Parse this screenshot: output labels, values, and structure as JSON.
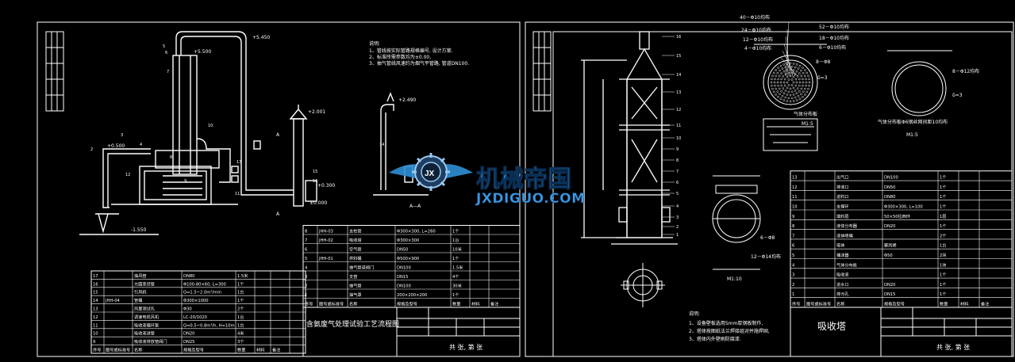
{
  "left_sheet": {
    "title_block": {
      "drawing_title": "含氨废气处理试验工艺流程图",
      "signature_row": "共  张, 第  张"
    },
    "elevation_labels": [
      "+5.450",
      "+5.500",
      "+2.001",
      "+2.490",
      "+0.500",
      "+0.300",
      "±0.000",
      "-1.550"
    ],
    "section_labels": [
      "A",
      "A",
      "A—A"
    ],
    "notes": {
      "heading": "说明:",
      "lines": [
        "1、管线按实际管路规格编号, 设计方案.",
        "2、标准所需参数均为±0.00,",
        "3、抽气管线风速约为烟气平管路, 管道DN100."
      ]
    },
    "parts_table_top": {
      "header": [
        "序号",
        "图号或标准号",
        "名称",
        "规格及型号",
        "数量",
        "材料",
        "备注"
      ],
      "rows": [
        [
          "8",
          "JHH-03",
          "支柱管",
          "Φ300×300, L=260",
          "1个"
        ],
        [
          "7",
          "JHH-02",
          "吸收塔",
          "Φ300×300",
          "1台"
        ],
        [
          "6",
          "",
          "空气管",
          "DN50",
          "10米"
        ],
        [
          "5",
          "JHH-01",
          "供料桶",
          "Φ500×900",
          "1个"
        ],
        [
          "4",
          "",
          "抽气管道阀门",
          "DN100",
          "1.5米"
        ],
        [
          "3",
          "",
          "支管",
          "DN15",
          "4个"
        ],
        [
          "2",
          "",
          "抽气管",
          "DN100",
          "30米"
        ],
        [
          "1",
          "",
          "抽气罩",
          "200×200×200",
          "1个"
        ]
      ]
    },
    "parts_table_bottom": {
      "header": [
        "序号",
        "图号或标准号",
        "名称",
        "规格及型号",
        "数量",
        "材料",
        "备注"
      ],
      "rows": [
        [
          "17",
          "",
          "抽风管",
          "DN80",
          "1.5米"
        ],
        [
          "16",
          "",
          "方圆变径管",
          "Φ100-80×60, L=300",
          "1个"
        ],
        [
          "15",
          "",
          "引风机",
          "Q=1.5~2.0m³/min",
          "1台"
        ],
        [
          "14",
          "JHH-04",
          "管桶",
          "Φ300×1000",
          "1个"
        ],
        [
          "13",
          "",
          "风量测试孔",
          "Φ30",
          "2个"
        ],
        [
          "12",
          "",
          "调速电机风机",
          "LC-20/1020",
          "1台"
        ],
        [
          "11",
          "",
          "吸收液循环泵",
          "Q=0.5~0.8m³/h, H=10m",
          "1台"
        ],
        [
          "10",
          "",
          "吸收液进管",
          "DN20",
          "4米"
        ],
        [
          "9",
          "",
          "吸收液排放管阀门",
          "DN25",
          "3个"
        ]
      ]
    },
    "callout_numbers": [
      "5",
      "6",
      "7",
      "8",
      "9",
      "10",
      "11",
      "12",
      "13",
      "14",
      "15",
      "16",
      "2",
      "3",
      "4"
    ]
  },
  "right_sheet": {
    "title_block": {
      "drawing_title": "吸收塔",
      "signature_row": "共  张, 第  张"
    },
    "hole_labels": [
      "40－Φ10均布",
      "24－Φ10均布",
      "12－Φ10均布",
      "4－Φ10均布",
      "52－Φ10均布",
      "18－Φ10均布",
      "6－Φ10均布",
      "8－Φ12均布",
      "8－Φ8",
      "6－Φ8",
      "12－Φ14均布",
      "δ=3",
      "δ=3",
      "Φ6钢丝网间距10均布"
    ],
    "detail_captions": [
      "气体分布板",
      "气体分布板",
      "M1:5",
      "M1:5",
      "M1:10"
    ],
    "notes": {
      "heading": "说明:",
      "lines": [
        "1、设备壁板选用5mm厚钢板制作,",
        "2、塔体按图纸法兰焊接组对并施焊固,",
        "3、塔体内外壁刷防腐漆."
      ]
    },
    "parts_table": {
      "header": [
        "序号",
        "图号或标准号",
        "名称",
        "规格及型号",
        "数量",
        "材料",
        "备注"
      ],
      "rows": [
        [
          "13",
          "",
          "出气口",
          "DN100",
          "1个"
        ],
        [
          "12",
          "",
          "排液口",
          "DN50",
          "1个"
        ],
        [
          "11",
          "",
          "进料口",
          "DN80",
          "1个"
        ],
        [
          "10",
          "",
          "支撑环",
          "Φ300×300, L=100",
          "1个"
        ],
        [
          "9",
          "",
          "填料层",
          "50×50拉西环",
          "1层"
        ],
        [
          "8",
          "",
          "液体分布器",
          "DN20",
          "1个"
        ],
        [
          "7",
          "",
          "液体喷嘴",
          "",
          "2个"
        ],
        [
          "6",
          "",
          "塔体",
          "聚丙烯",
          "1台"
        ],
        [
          "5",
          "",
          "捕沫器",
          "Φ50",
          "2块"
        ],
        [
          "4",
          "",
          "气体分布板",
          "",
          "1块"
        ],
        [
          "3",
          "",
          "吸收液",
          "",
          "1个"
        ],
        [
          "2",
          "",
          "进水口",
          "DN20",
          "1个"
        ],
        [
          "1",
          "",
          "排污孔",
          "DN15",
          "1个"
        ]
      ]
    },
    "callout_numbers": [
      "1",
      "2",
      "3",
      "4",
      "5",
      "6",
      "7",
      "8",
      "9",
      "10",
      "11",
      "12",
      "13",
      "14",
      "15",
      "16"
    ]
  },
  "watermark": {
    "brand_cn": "机械帝国",
    "brand_en": "JXDIGUO.COM",
    "badge": "JX"
  },
  "colors": {
    "background": "#000000",
    "lines": "#ffffff",
    "brand_blue": "#2f8fd6"
  }
}
